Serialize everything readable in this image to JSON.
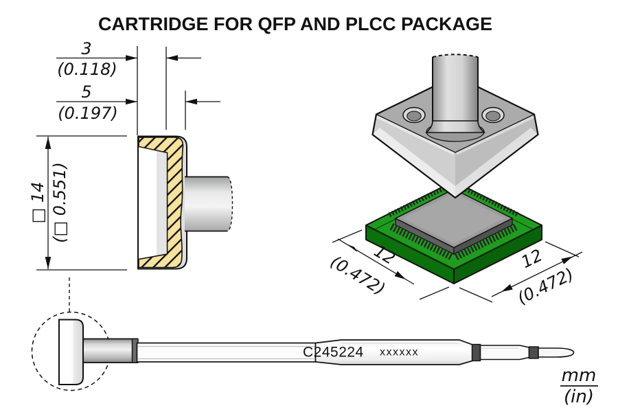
{
  "title": "CARTRIDGE FOR QFP AND PLCC PACKAGE",
  "units_legend": {
    "numerator": "mm",
    "denominator": "(in)"
  },
  "section_view": {
    "dim_cavity_depth_mm": "3",
    "dim_cavity_depth_in": "(0.118)",
    "dim_total_depth_mm": "5",
    "dim_total_depth_in": "(0.197)",
    "dim_square_side_mm": "□ 14",
    "dim_square_side_in": "(□ 0.551)"
  },
  "package_view": {
    "dim_left_mm": "12",
    "dim_left_in": "(0.472)",
    "dim_right_mm": "12",
    "dim_right_in": "(0.472)"
  },
  "cartridge_view": {
    "part_number": "C245224",
    "marking_placeholder": "xxxxxx"
  },
  "colors": {
    "solder_section_fill": "#F7E2A0",
    "pcb_top": "#1F9C1F",
    "pcb_side_left": "#0C700C",
    "pcb_side_right": "#0A620A",
    "outline": "#111111"
  }
}
